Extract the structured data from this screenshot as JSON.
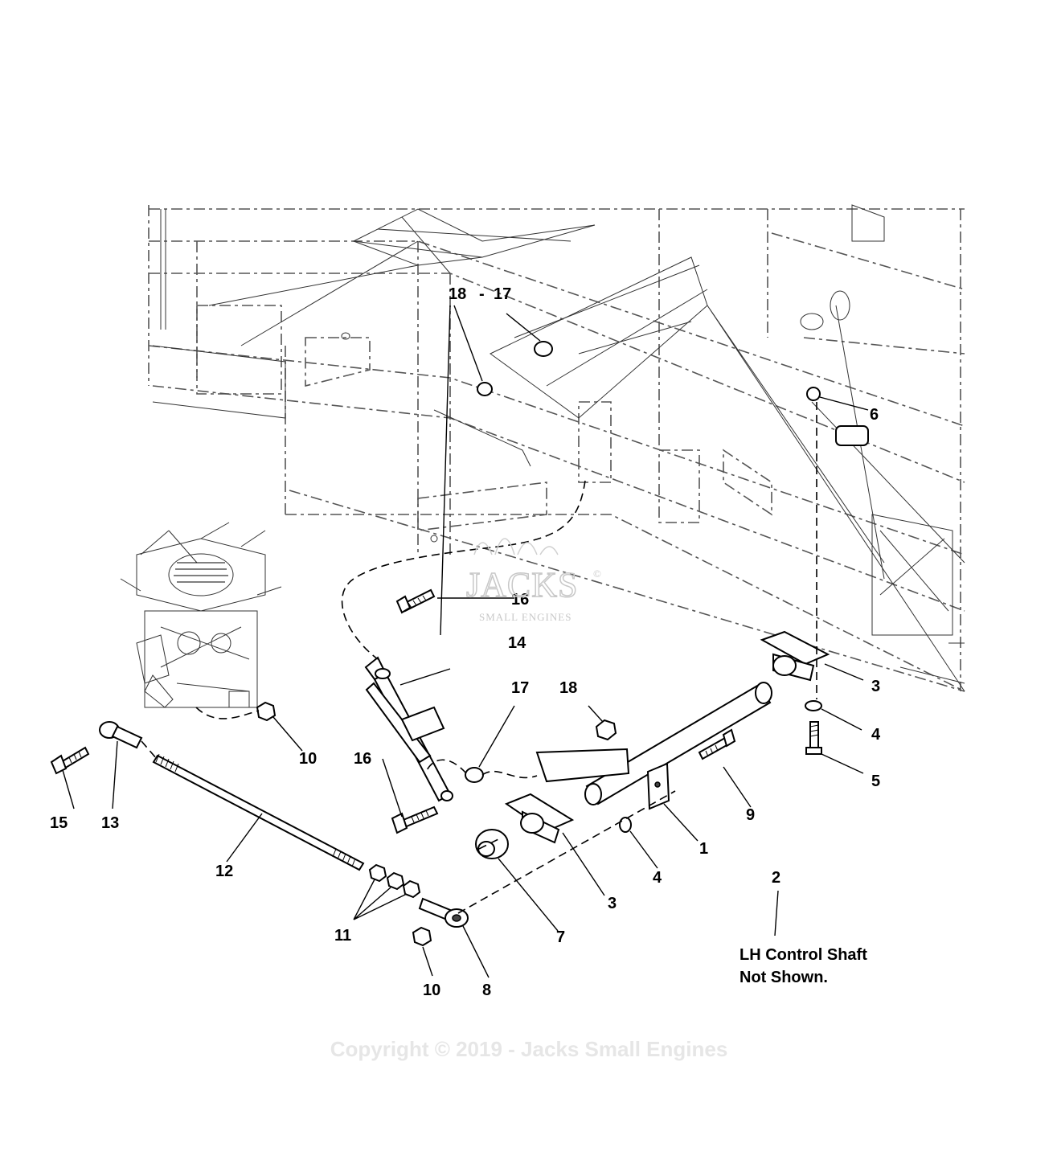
{
  "diagram": {
    "callouts": {
      "c18_top": "18",
      "c17_top": "17",
      "c6": "6",
      "c16_top": "16",
      "c14": "14",
      "c17_mid": "17",
      "c18_mid": "18",
      "c3_right": "3",
      "c4_right": "4",
      "c5": "5",
      "c10_top": "10",
      "c16_mid": "16",
      "c9": "9",
      "c15": "15",
      "c13": "13",
      "c1": "1",
      "c12": "12",
      "c4_mid": "4",
      "c2": "2",
      "c3_mid": "3",
      "c11": "11",
      "c7": "7",
      "c10_bottom": "10",
      "c8": "8"
    },
    "note_line1": "LH Control Shaft",
    "note_line2": "Not Shown.",
    "watermark_main": "JACKS",
    "watermark_sub": "SMALL ENGINES",
    "watermark_mark": "©",
    "copyright": "Copyright © 2019 - Jacks Small Engines"
  }
}
